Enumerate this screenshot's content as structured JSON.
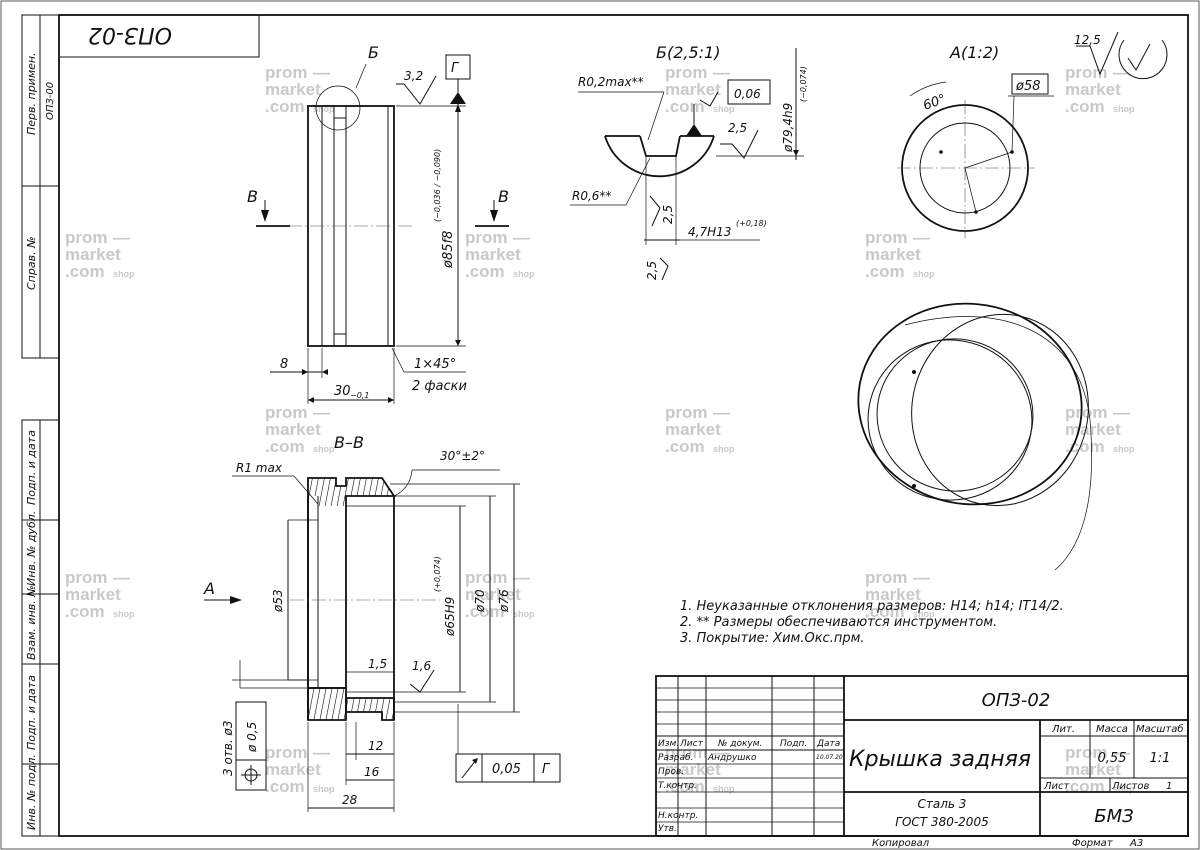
{
  "side_stamps": [
    {
      "label": "Перв. примен.",
      "value": "ОПЗ-00"
    },
    {
      "label": "Справ. №",
      "value": ""
    },
    {
      "label": "Подп. и дата",
      "value": ""
    },
    {
      "label": "Инв. № дубл.",
      "value": ""
    },
    {
      "label": "Взам. инв. №",
      "value": ""
    },
    {
      "label": "Подп. и дата",
      "value": ""
    },
    {
      "label": "Инв. № подл.",
      "value": ""
    }
  ],
  "top_code": "ОПЗ-02",
  "watermark": {
    "l1": "prom",
    "dash": "—",
    "l2": "market",
    "l3": ".com",
    "l4": "shop"
  },
  "main_view": {
    "section_label": "Б",
    "section_arrow_left": "В",
    "section_arrow_right": "В",
    "roughness": "3,2",
    "datum": "Г",
    "dia": "ø85f8",
    "dia_tol": "(−0,036 / −0,090)",
    "dim_8": "8",
    "dim_30": "30",
    "dim_30_tol": "−0,1",
    "chamfer": "1×45°",
    "chamfer_note": "2 фаски"
  },
  "detail_b": {
    "title": "Б(2,5:1)",
    "r02": "R0,2max**",
    "r06": "R0,6**",
    "tol": "0,06",
    "rough1": "2,5",
    "rough2": "2,5",
    "rough3": "2,5",
    "dia": "ø79,4h9",
    "dia_tol": "(−0,074)",
    "width": "4,7H13",
    "width_tol": "(+0,18)"
  },
  "detail_a": {
    "title": "А(1:2)",
    "angle": "60°",
    "dia": "ø58",
    "rough": "12,5"
  },
  "section_bb": {
    "title": "В–В",
    "r1": "R1 max",
    "angle": "30°±2°",
    "view_a": "А",
    "dia53": "ø53",
    "dia65": "ø65H9",
    "dia65_tol": "(+0,074)",
    "dia70": "ø70",
    "dia76": "ø76",
    "d15": "1,5",
    "r16": "1,6",
    "holes": "3 отв. ø3",
    "pos_tol": "ø 0,5",
    "d12": "12",
    "d16": "16",
    "d28": "28",
    "runout": "0,05",
    "runout_datum": "Г"
  },
  "notes": [
    "1. Неуказанные отклонения размеров: H14; h14; IT14/2.",
    "2. ** Размеры обеспечиваются инструментом.",
    "3. Покрытие: Хим.Окс.прм."
  ],
  "title_block": {
    "code": "ОПЗ-02",
    "name": "Крышка задняя",
    "material_1": "Сталь 3",
    "material_2": "ГОСТ 380-2005",
    "org": "БМЗ",
    "col_izm": "Изм.",
    "col_list": "Лист",
    "col_doc": "№ докум.",
    "col_sign": "Подп.",
    "col_date": "Дата",
    "row_razrab": "Разраб.",
    "razrab_name": "Андрушко",
    "razrab_date": "10.07.20",
    "row_prov": "Пров.",
    "row_tkontr": "Т.контр.",
    "row_nkontr": "Н.контр.",
    "row_utv": "Утв.",
    "lit": "Лит.",
    "massa": "Масса",
    "masshtab": "Масштаб",
    "mass_val": "0,55",
    "scale_val": "1:1",
    "list_lbl": "Лист",
    "listov_lbl": "Листов",
    "listov_val": "1",
    "kopiroval": "Копировал",
    "format_lbl": "Формат",
    "format_val": "А3"
  }
}
